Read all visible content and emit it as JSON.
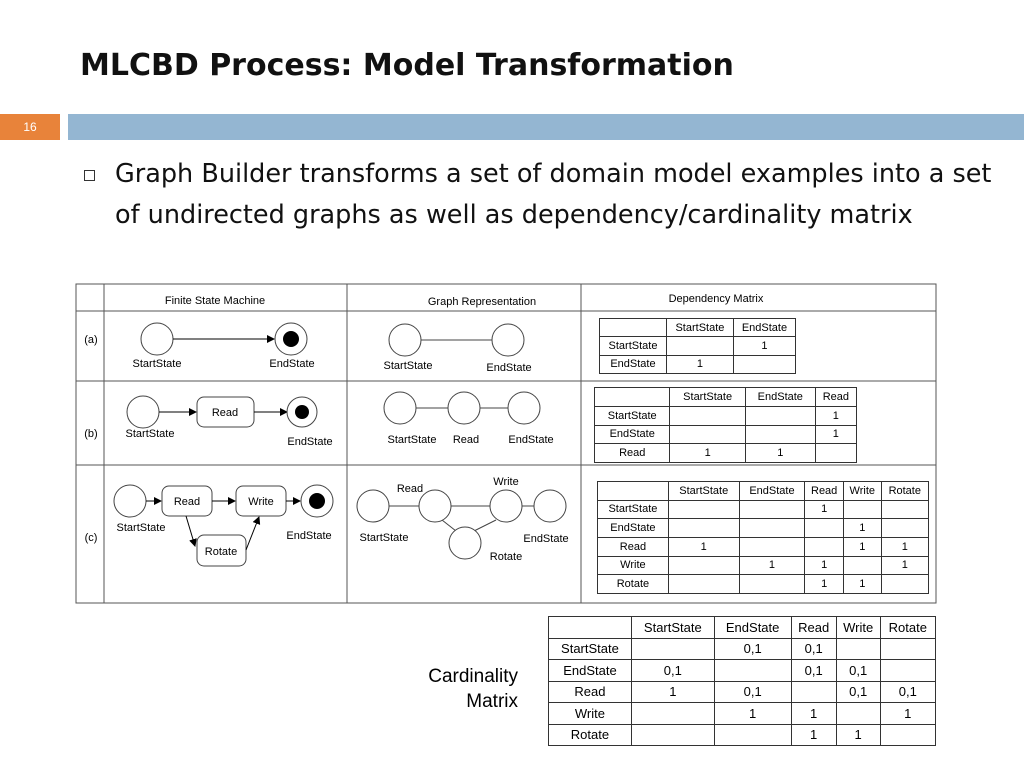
{
  "slide": {
    "title": "MLCBD Process: Model Transformation",
    "number": "16",
    "bullet": "Graph Builder transforms a set of domain model examples into a set of undirected graphs as well as dependency/cardinality matrix"
  },
  "colors": {
    "accent": "#e8833a",
    "title_bar": "#94b6d2"
  },
  "figure": {
    "headers": {
      "fsm": "Finite State Machine",
      "graph": "Graph Representation",
      "matrix": "Dependency Matrix"
    },
    "rows": {
      "a": "(a)",
      "b": "(b)",
      "c": "(c)"
    },
    "fsm_a": {
      "start": "StartState",
      "end": "EndState"
    },
    "graph_a": {
      "start": "StartState",
      "end": "EndState"
    },
    "fsm_b": {
      "read": "Read",
      "start": "StartState",
      "end": "EndState"
    },
    "graph_b": {
      "start": "StartState",
      "read": "Read",
      "end": "EndState"
    },
    "fsm_c": {
      "read": "Read",
      "write": "Write",
      "rotate": "Rotate",
      "start": "StartState",
      "end": "EndState"
    },
    "graph_c": {
      "read": "Read",
      "write": "Write",
      "rotate": "Rotate",
      "start": "StartState",
      "end": "EndState"
    },
    "matrix_a": {
      "columns": [
        "",
        "StartState",
        "EndState"
      ],
      "rows": [
        [
          "StartState",
          "",
          "1"
        ],
        [
          "EndState",
          "1",
          ""
        ]
      ]
    },
    "matrix_b": {
      "columns": [
        "",
        "StartState",
        "EndState",
        "Read"
      ],
      "rows": [
        [
          "StartState",
          "",
          "",
          "1"
        ],
        [
          "EndState",
          "",
          "",
          "1"
        ],
        [
          "Read",
          "1",
          "1",
          ""
        ]
      ]
    },
    "matrix_c": {
      "columns": [
        "",
        "StartState",
        "EndState",
        "Read",
        "Write",
        "Rotate"
      ],
      "rows": [
        [
          "StartState",
          "",
          "",
          "1",
          "",
          ""
        ],
        [
          "EndState",
          "",
          "",
          "",
          "1",
          ""
        ],
        [
          "Read",
          "1",
          "",
          "",
          "1",
          "1"
        ],
        [
          "Write",
          "",
          "1",
          "1",
          "",
          "1"
        ],
        [
          "Rotate",
          "",
          "",
          "1",
          "1",
          ""
        ]
      ]
    }
  },
  "cardinality": {
    "label_line1": "Cardinality",
    "label_line2": "Matrix",
    "columns": [
      "",
      "StartState",
      "EndState",
      "Read",
      "Write",
      "Rotate"
    ],
    "rows": [
      [
        "StartState",
        "",
        "0,1",
        "0,1",
        "",
        ""
      ],
      [
        "EndState",
        "0,1",
        "",
        "0,1",
        "0,1",
        ""
      ],
      [
        "Read",
        "1",
        "0,1",
        "",
        "0,1",
        "0,1"
      ],
      [
        "Write",
        "",
        "1",
        "1",
        "",
        "1"
      ],
      [
        "Rotate",
        "",
        "",
        "1",
        "1",
        ""
      ]
    ]
  }
}
